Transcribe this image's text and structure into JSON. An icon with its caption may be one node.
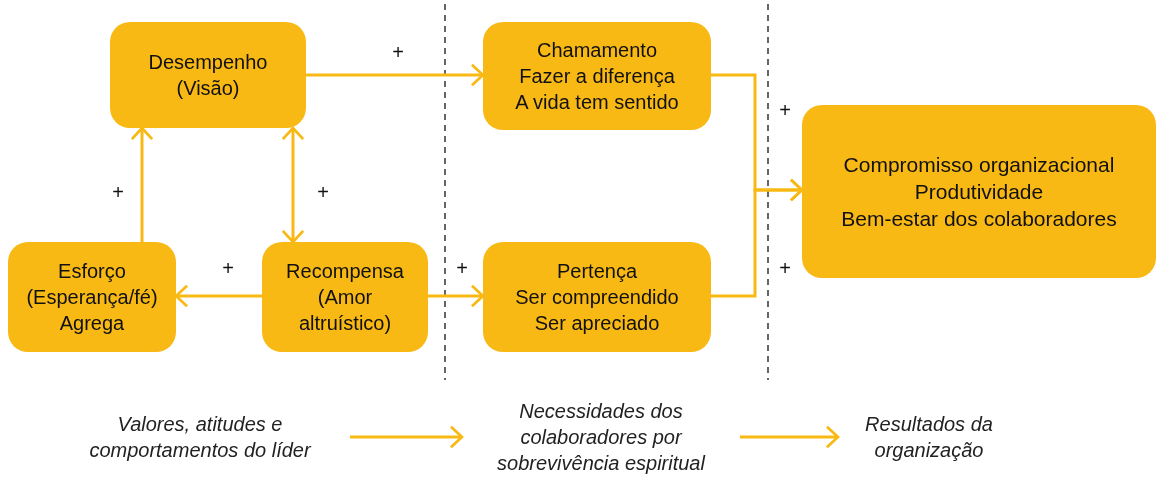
{
  "diagram": {
    "nodes": [
      {
        "text": [
          "Desempenho",
          "(Visão)"
        ]
      },
      {
        "text": [
          "Chamamento",
          "Fazer a diferença",
          "A vida tem sentido"
        ]
      },
      {
        "text": [
          "Compromisso organizacional",
          "Produtividade",
          "Bem-estar dos colaboradores"
        ]
      },
      {
        "text": [
          "Esforço",
          "(Esperança/fé)",
          "Agrega"
        ]
      },
      {
        "text": [
          "Recompensa",
          "(Amor altruístico)"
        ]
      },
      {
        "text": [
          "Pertença",
          "Ser compreendido",
          "Ser apreciado"
        ]
      },
      {
        "text": [
          "Valores, atitudes e comportamentos do líder"
        ]
      },
      {
        "text": [
          "Necessidades dos colaboradores por sobrevivência espiritual"
        ]
      },
      {
        "text": [
          "Resultados da organização"
        ]
      }
    ],
    "edges": [
      {
        "from": 0,
        "to": 1,
        "arrow": "to",
        "label": "+"
      },
      {
        "from": 0,
        "to": 4,
        "arrow": "both",
        "label": "+"
      },
      {
        "from": 3,
        "to": 0,
        "arrow": "to",
        "label": "+"
      },
      {
        "from": 4,
        "to": 3,
        "arrow": "to",
        "label": "+"
      },
      {
        "from": 4,
        "to": 5,
        "arrow": "to",
        "label": "+"
      },
      {
        "from": 1,
        "to": 2,
        "arrow": "to",
        "label": "+"
      },
      {
        "from": 5,
        "to": 2,
        "arrow": "to",
        "label": "+"
      },
      {
        "from": 6,
        "to": 7,
        "arrow": "to"
      },
      {
        "from": 7,
        "to": 8,
        "arrow": "to"
      }
    ]
  }
}
